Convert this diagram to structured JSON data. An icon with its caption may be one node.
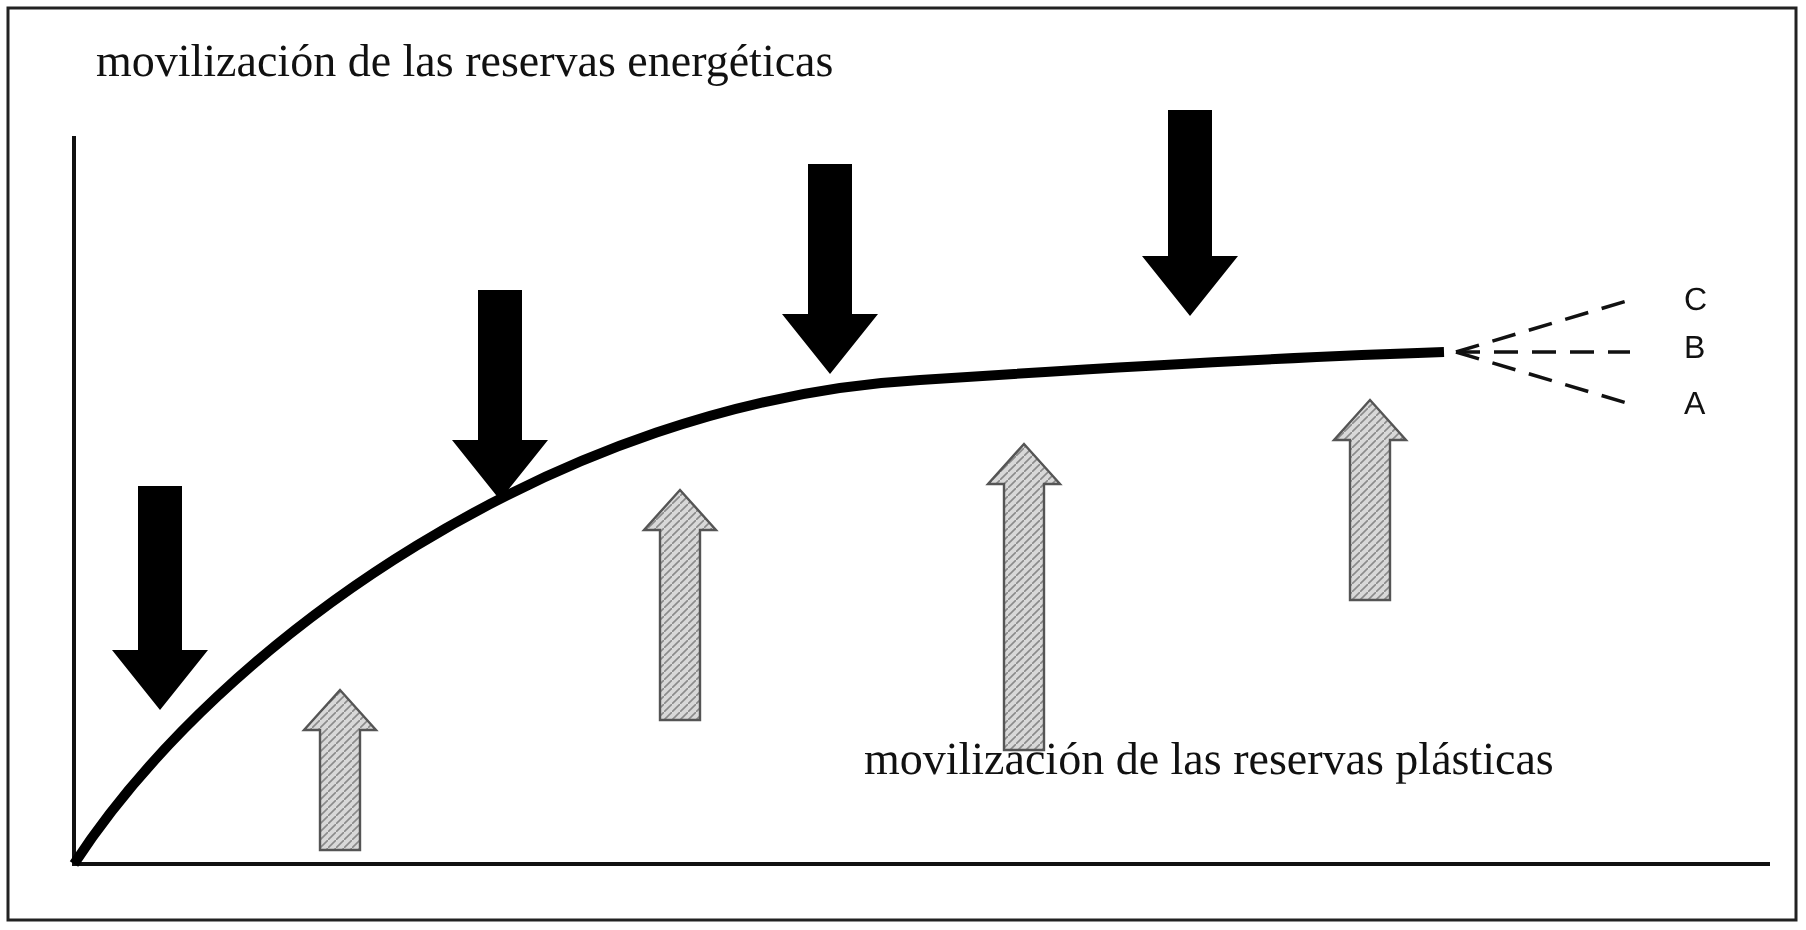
{
  "diagram": {
    "labels": [
      "movilización de las reservas energéticas",
      "C",
      "B",
      "A",
      "movilización de las reservas plásticas"
    ]
  }
}
